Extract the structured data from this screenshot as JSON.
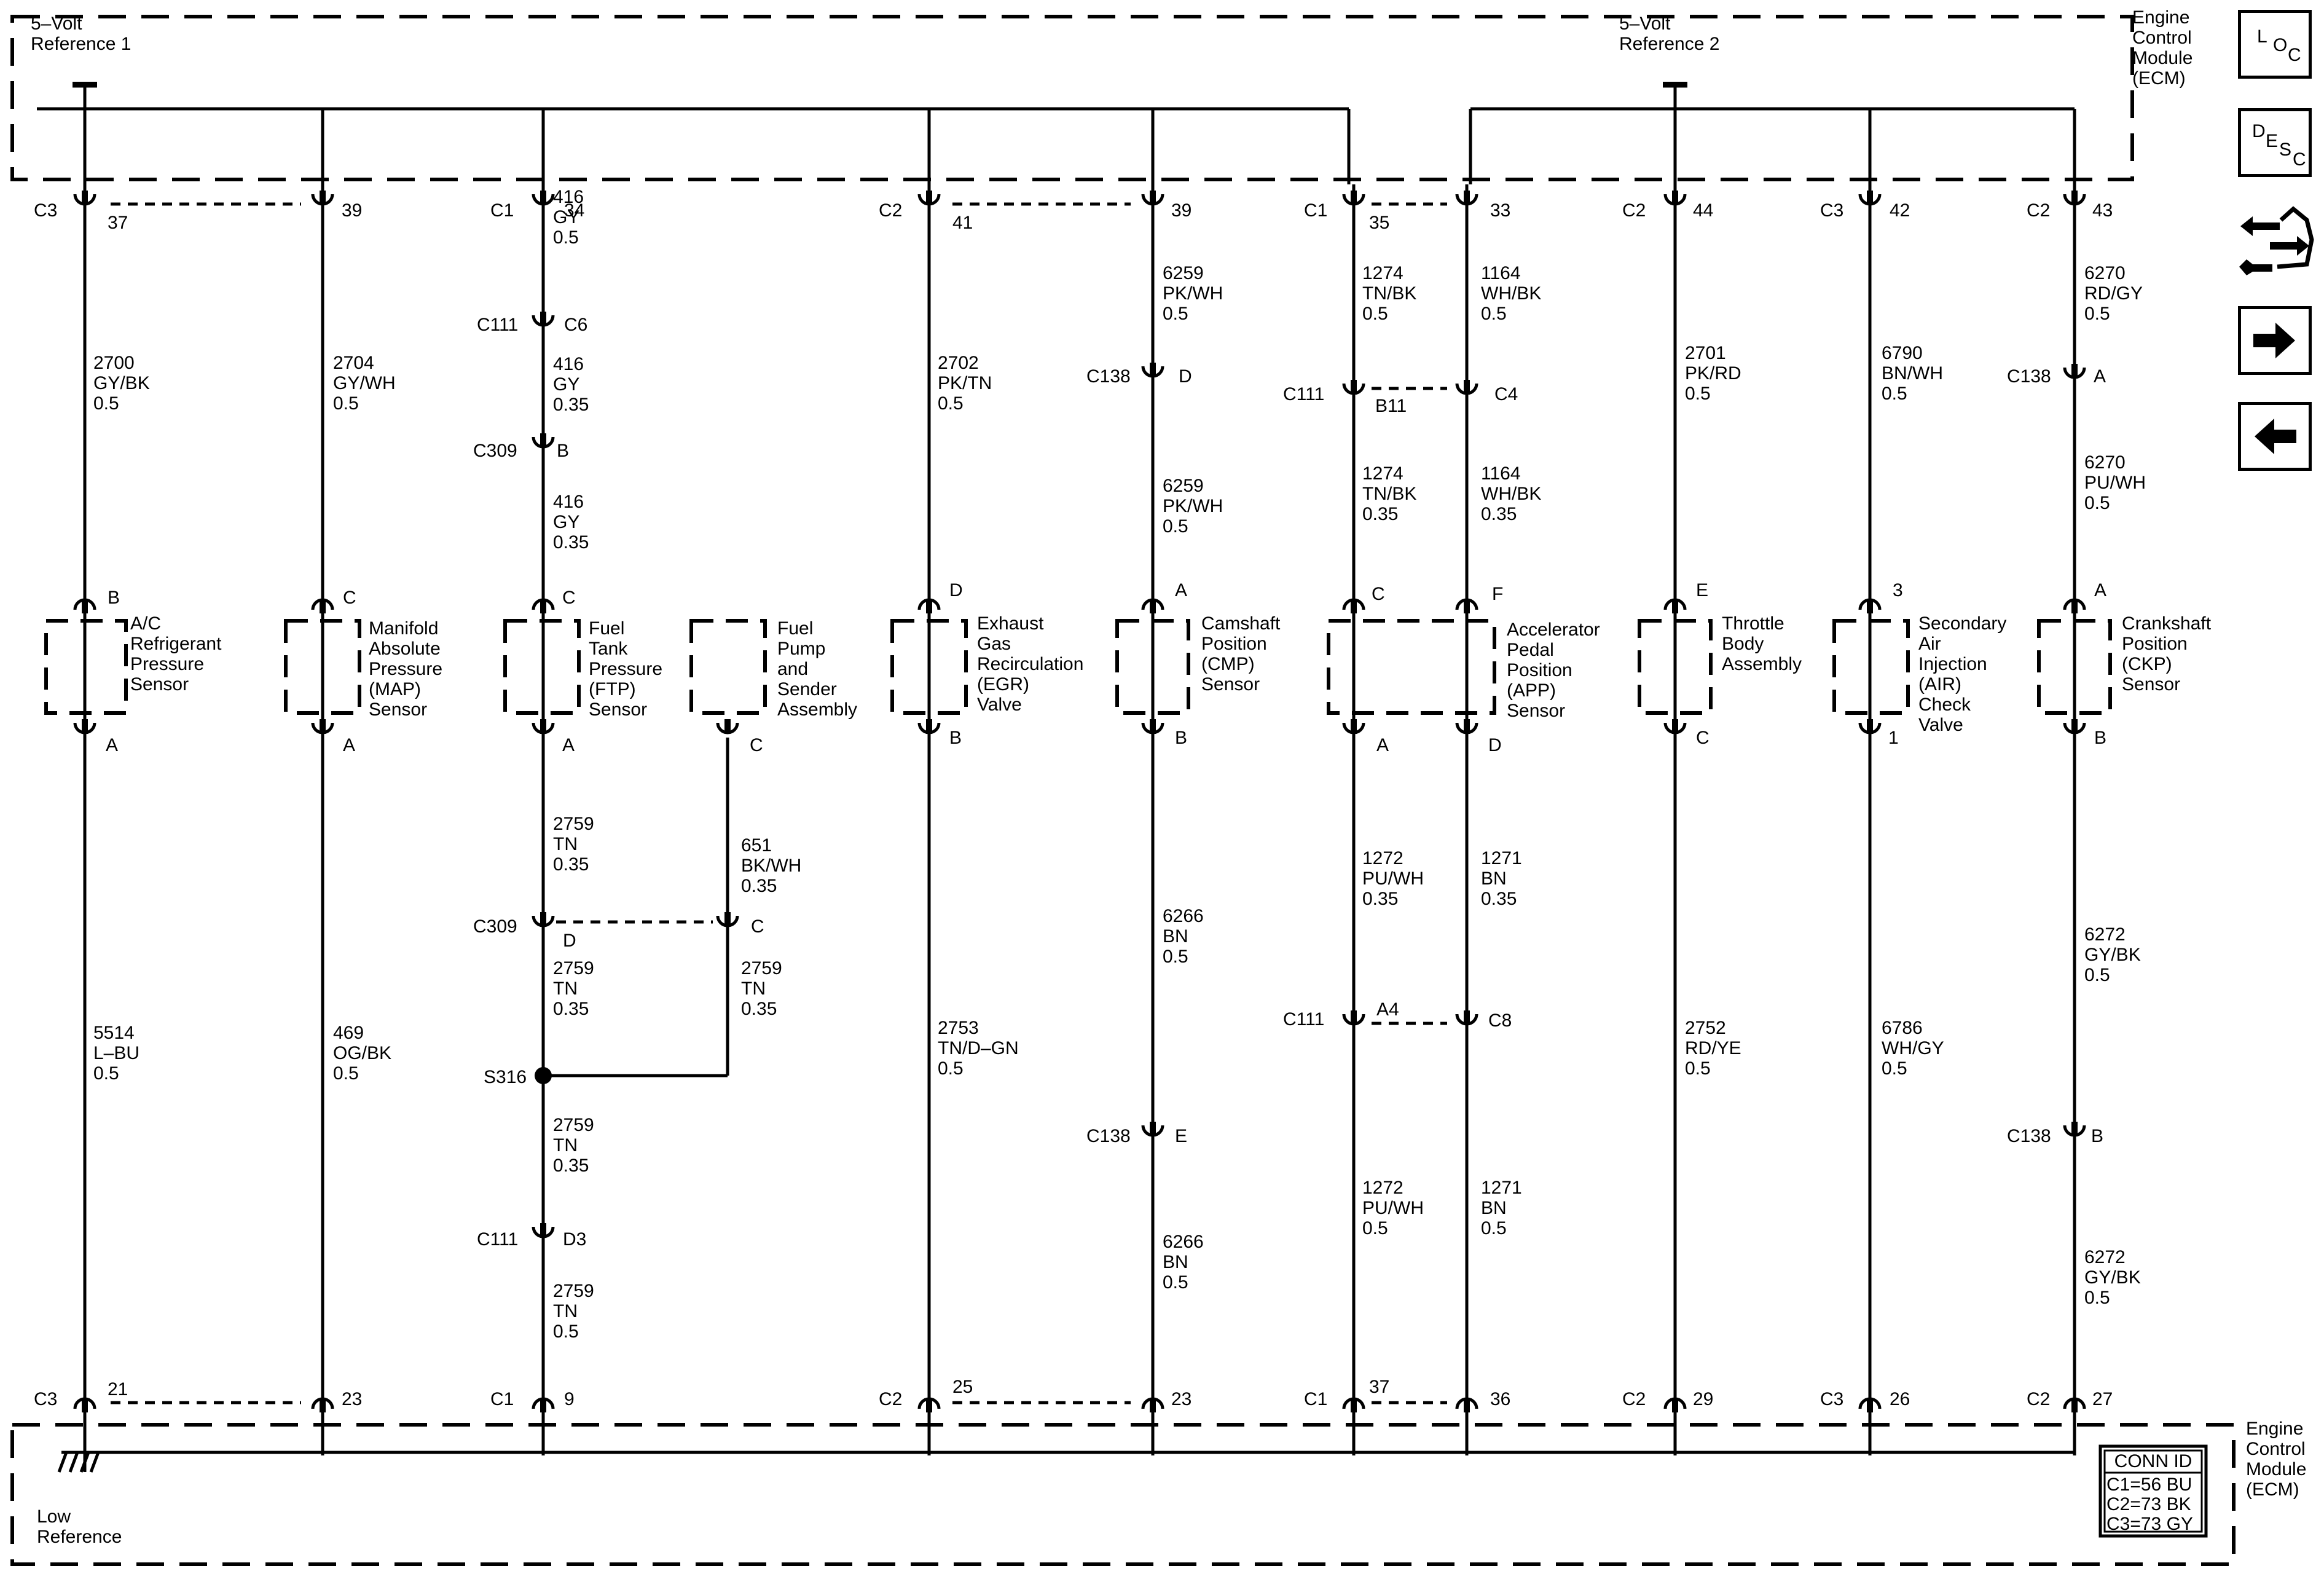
{
  "ecm_top": {
    "label_lines": [
      "Engine",
      "Control",
      "Module",
      "(ECM)"
    ]
  },
  "ecm_bottom": {
    "label_lines": [
      "Engine",
      "Control",
      "Module",
      "(ECM)"
    ]
  },
  "refs": [
    {
      "id": "ref1",
      "lines": [
        "5–Volt",
        "Reference 1"
      ]
    },
    {
      "id": "ref2",
      "lines": [
        "5–Volt",
        "Reference 2"
      ]
    }
  ],
  "ground": {
    "lines": [
      "Low",
      "Reference"
    ]
  },
  "conn_table": {
    "title": "CONN ID",
    "rows": [
      "C1=56 BU",
      "C2=73 BK",
      "C3=73 GY"
    ]
  },
  "nav": {
    "loc": [
      "L",
      "O",
      "C"
    ],
    "desc": [
      "D",
      "E",
      "S",
      "C"
    ],
    "tool_icon": "wrench-and-connector-icon",
    "next_icon": "right-arrow-icon",
    "prev_icon": "left-arrow-icon"
  },
  "components": [
    {
      "id": "ac",
      "lines": [
        "A/C",
        "Refrigerant",
        "Pressure",
        "Sensor"
      ]
    },
    {
      "id": "map",
      "lines": [
        "Manifold",
        "Absolute",
        "Pressure",
        "(MAP)",
        "Sensor"
      ]
    },
    {
      "id": "ftp",
      "lines": [
        "Fuel",
        "Tank",
        "Pressure",
        "(FTP)",
        "Sensor"
      ]
    },
    {
      "id": "fuelpump",
      "lines": [
        "Fuel",
        "Pump",
        "and",
        "Sender",
        "Assembly"
      ]
    },
    {
      "id": "egr",
      "lines": [
        "Exhaust",
        "Gas",
        "Recirculation",
        "(EGR)",
        "Valve"
      ]
    },
    {
      "id": "cmp",
      "lines": [
        "Camshaft",
        "Position",
        "(CMP)",
        "Sensor"
      ]
    },
    {
      "id": "app",
      "lines": [
        "Accelerator",
        "Pedal",
        "Position",
        "(APP)",
        "Sensor"
      ]
    },
    {
      "id": "throttle",
      "lines": [
        "Throttle",
        "Body",
        "Assembly"
      ]
    },
    {
      "id": "air",
      "lines": [
        "Secondary",
        "Air",
        "Injection",
        "(AIR)",
        "Check",
        "Valve"
      ]
    },
    {
      "id": "ckp",
      "lines": [
        "Crankshaft",
        "Position",
        "(CKP)",
        "Sensor"
      ]
    }
  ],
  "texts": [
    {
      "id": "t1",
      "text": "C3"
    },
    {
      "id": "t2",
      "text": "37"
    },
    {
      "id": "t3",
      "text": "39"
    },
    {
      "id": "t4",
      "text": "C1"
    },
    {
      "id": "t5",
      "text": "34"
    },
    {
      "id": "t6",
      "text": "C2"
    },
    {
      "id": "t7",
      "text": "41"
    },
    {
      "id": "t8",
      "text": "39"
    },
    {
      "id": "t9",
      "text": "C1"
    },
    {
      "id": "t10",
      "text": "35"
    },
    {
      "id": "t11",
      "text": "33"
    },
    {
      "id": "t12",
      "text": "C2"
    },
    {
      "id": "t13",
      "text": "44"
    },
    {
      "id": "t14",
      "text": "C3"
    },
    {
      "id": "t15",
      "text": "42"
    },
    {
      "id": "t16",
      "text": "C2"
    },
    {
      "id": "t17",
      "text": "43"
    },
    {
      "id": "t18",
      "text": "C3"
    },
    {
      "id": "t19",
      "text": "21"
    },
    {
      "id": "t20",
      "text": "23"
    },
    {
      "id": "t21",
      "text": "C1"
    },
    {
      "id": "t22",
      "text": "9"
    },
    {
      "id": "t23",
      "text": "C2"
    },
    {
      "id": "t24",
      "text": "25"
    },
    {
      "id": "t25",
      "text": "23"
    },
    {
      "id": "t26",
      "text": "C1"
    },
    {
      "id": "t27",
      "text": "37"
    },
    {
      "id": "t28",
      "text": "36"
    },
    {
      "id": "t29",
      "text": "C2"
    },
    {
      "id": "t30",
      "text": "29"
    },
    {
      "id": "t31",
      "text": "C3"
    },
    {
      "id": "t32",
      "text": "26"
    },
    {
      "id": "t33",
      "text": "C2"
    },
    {
      "id": "t34",
      "text": "27"
    },
    {
      "id": "t35",
      "text": "B"
    },
    {
      "id": "t36",
      "text": "A"
    },
    {
      "id": "t37",
      "text": "C"
    },
    {
      "id": "t38",
      "text": "A"
    },
    {
      "id": "t39",
      "text": "C"
    },
    {
      "id": "t40",
      "text": "A"
    },
    {
      "id": "t41",
      "text": "C"
    },
    {
      "id": "t42",
      "text": "D"
    },
    {
      "id": "t43",
      "text": "B"
    },
    {
      "id": "t44",
      "text": "A"
    },
    {
      "id": "t45",
      "text": "B"
    },
    {
      "id": "t46",
      "text": "C"
    },
    {
      "id": "t47",
      "text": "F"
    },
    {
      "id": "t48",
      "text": "A"
    },
    {
      "id": "t49",
      "text": "D"
    },
    {
      "id": "t50",
      "text": "E"
    },
    {
      "id": "t51",
      "text": "C"
    },
    {
      "id": "t52",
      "text": "3"
    },
    {
      "id": "t53",
      "text": "1"
    },
    {
      "id": "t54",
      "text": "A"
    },
    {
      "id": "t55",
      "text": "B"
    },
    {
      "id": "t56",
      "text": "C111"
    },
    {
      "id": "t57",
      "text": "C6"
    },
    {
      "id": "t58",
      "text": "C309"
    },
    {
      "id": "t59",
      "text": "B"
    },
    {
      "id": "t60",
      "text": "C309"
    },
    {
      "id": "t61",
      "text": "D"
    },
    {
      "id": "t62",
      "text": "C"
    },
    {
      "id": "t63",
      "text": "S316"
    },
    {
      "id": "t64",
      "text": "C111"
    },
    {
      "id": "t65",
      "text": "D3"
    },
    {
      "id": "t66",
      "text": "C138"
    },
    {
      "id": "t67",
      "text": "D"
    },
    {
      "id": "t68",
      "text": "C138"
    },
    {
      "id": "t69",
      "text": "E"
    },
    {
      "id": "t70",
      "text": "C111"
    },
    {
      "id": "t71",
      "text": "B11"
    },
    {
      "id": "t72",
      "text": "C4"
    },
    {
      "id": "t73",
      "text": "C111"
    },
    {
      "id": "t74",
      "text": "A4"
    },
    {
      "id": "t75",
      "text": "C8"
    },
    {
      "id": "t76",
      "text": "C138"
    },
    {
      "id": "t77",
      "text": "A"
    },
    {
      "id": "t78",
      "text": "C138"
    },
    {
      "id": "t79",
      "text": "B"
    }
  ],
  "wires": [
    {
      "id": "w1",
      "lines": [
        "2700",
        "GY/BK",
        "0.5"
      ]
    },
    {
      "id": "w2",
      "lines": [
        "5514",
        "L–BU",
        "0.5"
      ]
    },
    {
      "id": "w3",
      "lines": [
        "2704",
        "GY/WH",
        "0.5"
      ]
    },
    {
      "id": "w4",
      "lines": [
        "469",
        "OG/BK",
        "0.5"
      ]
    },
    {
      "id": "w5",
      "lines": [
        "416",
        "GY",
        "0.5"
      ]
    },
    {
      "id": "w6",
      "lines": [
        "416",
        "GY",
        "0.35"
      ]
    },
    {
      "id": "w7",
      "lines": [
        "416",
        "GY",
        "0.35"
      ]
    },
    {
      "id": "w8",
      "lines": [
        "2759",
        "TN",
        "0.35"
      ]
    },
    {
      "id": "w9",
      "lines": [
        "2759",
        "TN",
        "0.35"
      ]
    },
    {
      "id": "w10",
      "lines": [
        "2759",
        "TN",
        "0.35"
      ]
    },
    {
      "id": "w11",
      "lines": [
        "2759",
        "TN",
        "0.5"
      ]
    },
    {
      "id": "w12",
      "lines": [
        "651",
        "BK/WH",
        "0.35"
      ]
    },
    {
      "id": "w13",
      "lines": [
        "2759",
        "TN",
        "0.35"
      ]
    },
    {
      "id": "w14",
      "lines": [
        "2702",
        "PK/TN",
        "0.5"
      ]
    },
    {
      "id": "w15",
      "lines": [
        "2753",
        "TN/D–GN",
        "0.5"
      ]
    },
    {
      "id": "w16",
      "lines": [
        "6259",
        "PK/WH",
        "0.5"
      ]
    },
    {
      "id": "w17",
      "lines": [
        "6259",
        "PK/WH",
        "0.5"
      ]
    },
    {
      "id": "w18",
      "lines": [
        "6266",
        "BN",
        "0.5"
      ]
    },
    {
      "id": "w19",
      "lines": [
        "6266",
        "BN",
        "0.5"
      ]
    },
    {
      "id": "w20",
      "lines": [
        "1274",
        "TN/BK",
        "0.5"
      ]
    },
    {
      "id": "w21",
      "lines": [
        "1274",
        "TN/BK",
        "0.35"
      ]
    },
    {
      "id": "w22",
      "lines": [
        "1272",
        "PU/WH",
        "0.35"
      ]
    },
    {
      "id": "w23",
      "lines": [
        "1272",
        "PU/WH",
        "0.5"
      ]
    },
    {
      "id": "w24",
      "lines": [
        "1164",
        "WH/BK",
        "0.5"
      ]
    },
    {
      "id": "w25",
      "lines": [
        "1164",
        "WH/BK",
        "0.35"
      ]
    },
    {
      "id": "w26",
      "lines": [
        "1271",
        "BN",
        "0.35"
      ]
    },
    {
      "id": "w27",
      "lines": [
        "1271",
        "BN",
        "0.5"
      ]
    },
    {
      "id": "w28",
      "lines": [
        "2701",
        "PK/RD",
        "0.5"
      ]
    },
    {
      "id": "w29",
      "lines": [
        "2752",
        "RD/YE",
        "0.5"
      ]
    },
    {
      "id": "w30",
      "lines": [
        "6790",
        "BN/WH",
        "0.5"
      ]
    },
    {
      "id": "w31",
      "lines": [
        "6786",
        "WH/GY",
        "0.5"
      ]
    },
    {
      "id": "w32",
      "lines": [
        "6270",
        "RD/GY",
        "0.5"
      ]
    },
    {
      "id": "w33",
      "lines": [
        "6270",
        "PU/WH",
        "0.5"
      ]
    },
    {
      "id": "w34",
      "lines": [
        "6272",
        "GY/BK",
        "0.5"
      ]
    },
    {
      "id": "w35",
      "lines": [
        "6272",
        "GY/BK",
        "0.5"
      ]
    }
  ]
}
